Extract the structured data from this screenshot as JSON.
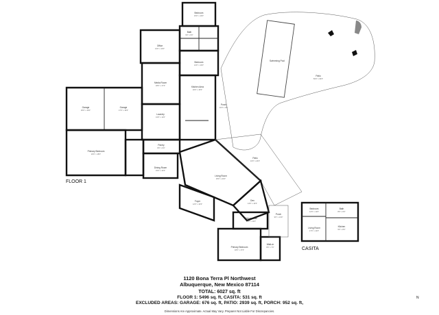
{
  "plan": {
    "address_line1": "1120 Bona Terra Pl Northwest",
    "address_line2": "Albuquerque, New Mexico 87114",
    "total": "TOTAL: 6027 sq. ft",
    "floor_areas": "FLOOR 1: 5496 sq. ft, CASITA: 531 sq. ft",
    "excluded_areas": "EXCLUDED AREAS: GARAGE: 676 sq. ft, PATIO: 2939 sq. ft, PORCH: 952 sq. ft,",
    "disclaimer": "Dimensions Are Approximate. Actual May Vary. Preparer Not Liable For Discrepancies.",
    "floor_label": "FLOOR 1",
    "casita_label": "CASITA",
    "north": "N"
  },
  "rooms": {
    "bedroom_top": {
      "name": "Bedroom",
      "dims": "15'0\" x 13'0\""
    },
    "bath_top": {
      "name": "Bath",
      "dims": "9'0\" x 6'0\""
    },
    "office": {
      "name": "Office",
      "dims": "13'0\" x 13'0\""
    },
    "bedroom_mid": {
      "name": "Bedroom",
      "dims": "14'0\" x 13'0\""
    },
    "swimming_pool": {
      "name": "Swimming Pool",
      "dims": ""
    },
    "patio": {
      "name": "Patio",
      "dims": "50'0\" x 30'0\""
    },
    "media_room": {
      "name": "Media Room",
      "dims": "18'0\" x 17'0\""
    },
    "kitchen": {
      "name": "Kitchen Area",
      "dims": "20'0\" x 15'0\""
    },
    "garage_left": {
      "name": "Garage",
      "dims": "25'0\" x 19'0\""
    },
    "garage_right": {
      "name": "Garage",
      "dims": "17'0\" x 19'0\""
    },
    "laundry": {
      "name": "Laundry",
      "dims": "13'0\" x 11'0\""
    },
    "porch": {
      "name": "Porch",
      "dims": "14'0\" x 9'0\""
    },
    "primary_bedroom": {
      "name": "Primary Bedroom",
      "dims": "20'0\" x 18'0\""
    },
    "dining_room": {
      "name": "Dining Room",
      "dims": "15'0\" x 13'0\""
    },
    "pantry": {
      "name": "Pantry",
      "dims": "8'0\" x 6'0\""
    },
    "living_room": {
      "name": "Living Room",
      "dims": "25'0\" x 22'0\""
    },
    "patio_right": {
      "name": "Patio",
      "dims": "10'0\" x 24'0\""
    },
    "foyer": {
      "name": "Foyer",
      "dims": "12'0\" x 10'0\""
    },
    "den": {
      "name": "Den",
      "dims": "14'0\" x 13'0\""
    },
    "primary_bath": {
      "name": "Primary Bath",
      "dims": "15'0\" x 12'0\""
    },
    "primary_bedroom_2": {
      "name": "Primary Bedroom",
      "dims": "18'0\" x 17'0\""
    },
    "porch_front": {
      "name": "Porch",
      "dims": "9'0\" x 14'0\""
    },
    "walk_in": {
      "name": "Walk-in",
      "dims": "8'0\" x 7'0\""
    },
    "casita_bedroom": {
      "name": "Bedroom",
      "dims": "12'0\" x 11'0\""
    },
    "casita_living": {
      "name": "Living Room",
      "dims": "17'0\" x 12'0\""
    },
    "casita_bath": {
      "name": "Bath",
      "dims": "8'0\" x 6'0\""
    },
    "casita_kitchen": {
      "name": "Kitchen",
      "dims": "9'0\" x 8'0\""
    }
  }
}
